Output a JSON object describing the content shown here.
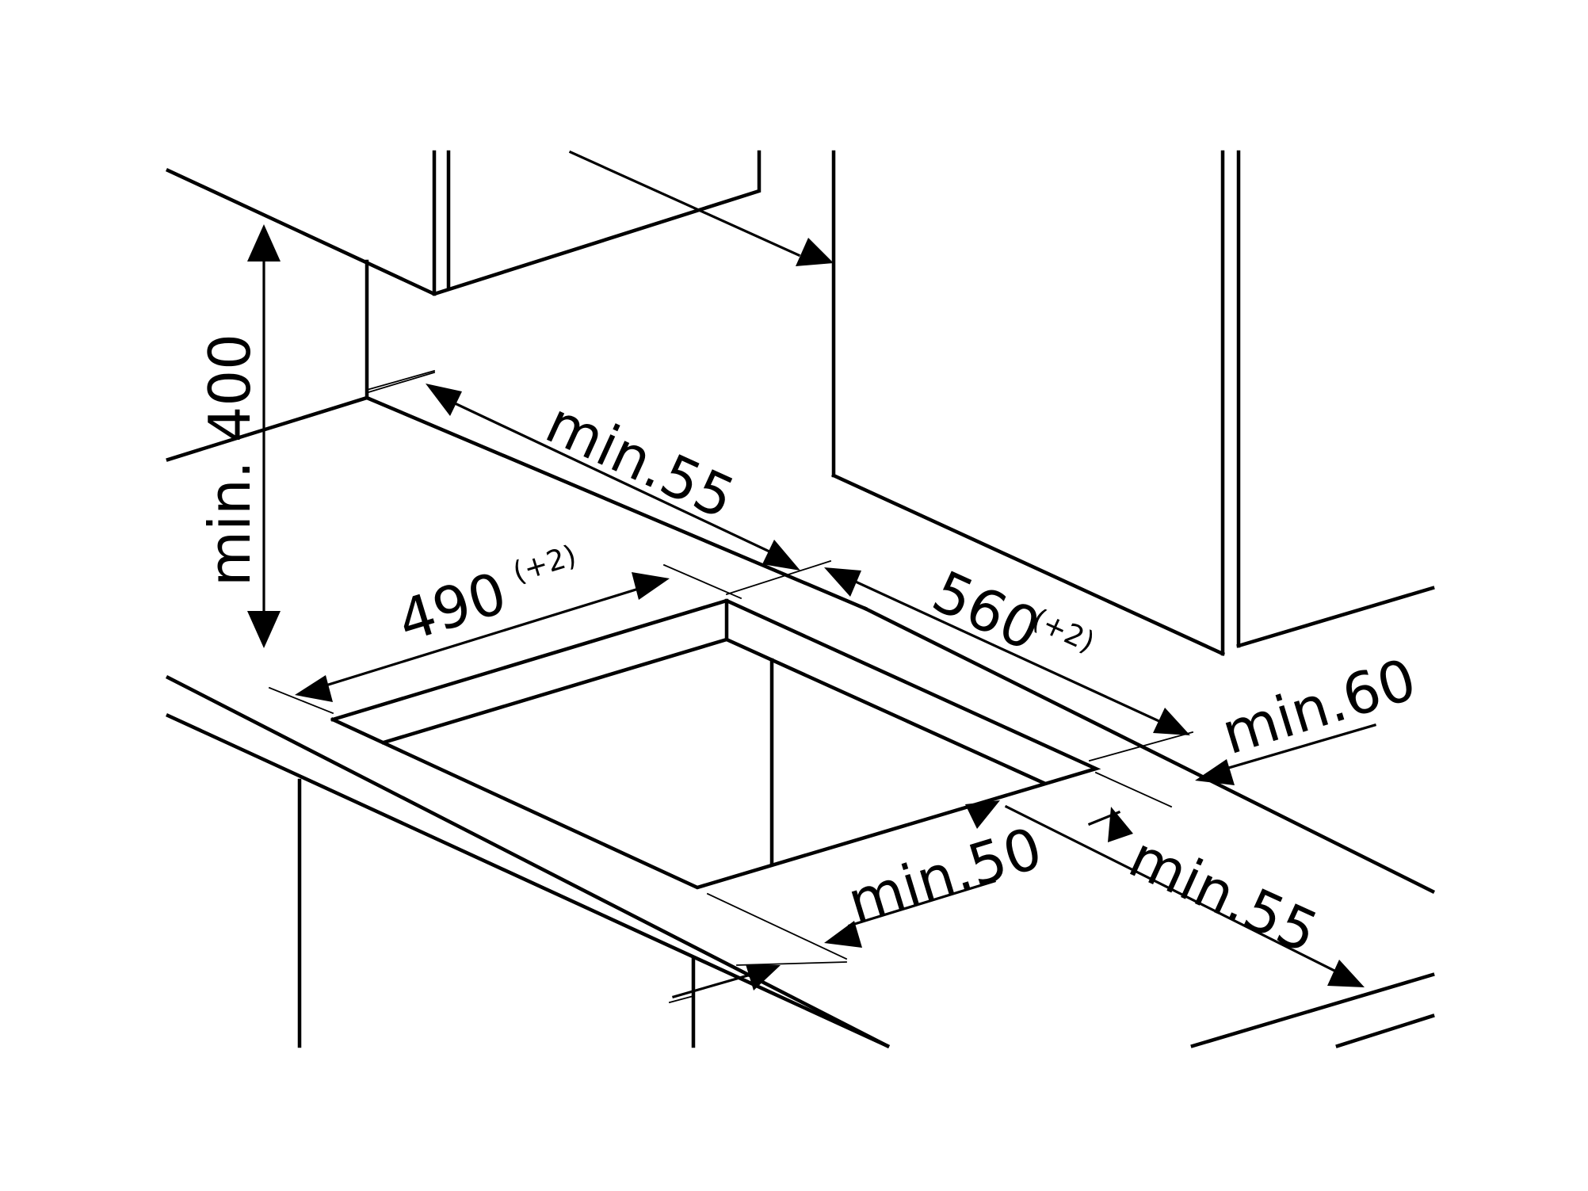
{
  "dimensions": {
    "upper_cabinet_height": "min. 400",
    "rear_clearance": "min.55",
    "cutout_depth": "490",
    "cutout_depth_tolerance": "(+2)",
    "cutout_width": "560",
    "cutout_width_tolerance": "(+2)",
    "side_wall_clearance": "min.60",
    "front_clearance": "min.50",
    "side_clearance": "min.55"
  }
}
